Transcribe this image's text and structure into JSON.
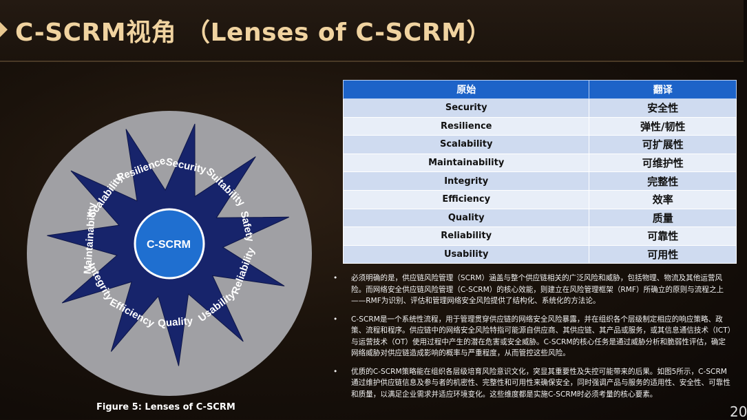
{
  "title": "C-SCRM视角 （Lenses of C-SCRM）",
  "diagram": {
    "center": "C-SCRM",
    "lenses": [
      "Security",
      "Suitability",
      "Safety",
      "Reliability",
      "Usability",
      "Quality",
      "Efficiency",
      "Integrity",
      "Maintainability",
      "Scalability",
      "Resilience"
    ],
    "caption": "Figure 5: Lenses of C-SCRM",
    "colors": {
      "circle": "#a0a0a4",
      "star": "#17246b",
      "center": "#1f6fd0"
    }
  },
  "table": {
    "headers": [
      "原始",
      "翻译"
    ],
    "rows": [
      [
        "Security",
        "安全性"
      ],
      [
        "Resilience",
        "弹性/韧性"
      ],
      [
        "Scalability",
        "可扩展性"
      ],
      [
        "Maintainability",
        "可维护性"
      ],
      [
        "Integrity",
        "完整性"
      ],
      [
        "Efficiency",
        "效率"
      ],
      [
        "Quality",
        "质量"
      ],
      [
        "Reliability",
        "可靠性"
      ],
      [
        "Usability",
        "可用性"
      ]
    ]
  },
  "bullets": [
    "必须明确的是，供应链风险管理（SCRM）涵盖与整个供应链相关的广泛风险和威胁，包括物理、物流及其他运营风险。而网络安全供应链风险管理（C-SCRM）的核心效能，则建立在风险管理框架（RMF）所确立的原则与流程之上——RMF为识别、评估和管理网络安全风险提供了结构化、系统化的方法论。",
    "C-SCRM是一个系统性流程，用于管理贯穿供应链的网络安全风险暴露，并在组织各个层级制定相应的响应策略、政策、流程和程序。供应链中的网络安全风险特指可能源自供应商、其供应链、其产品或服务，或其信息通信技术（ICT）与运营技术（OT）使用过程中产生的潜在危害或安全威胁。C-SCRM的核心任务是通过威胁分析和脆弱性评估，确定网络威胁对供应链造成影响的概率与严重程度，从而管控这些风险。",
    "优质的C-SCRM策略能在组织各层级培育风险意识文化，突显其重要性及失控可能带来的后果。如图5所示，C-SCRM通过维护供应链信息及参与者的机密性、完整性和可用性来确保安全，同时强调产品与服务的适用性、安全性、可靠性和质量，以满足企业需求并适应环境变化。这些维度都是实施C-SCRM时必须考量的核心要素。"
  ],
  "bullet_symbol": "•",
  "page_number": "20"
}
